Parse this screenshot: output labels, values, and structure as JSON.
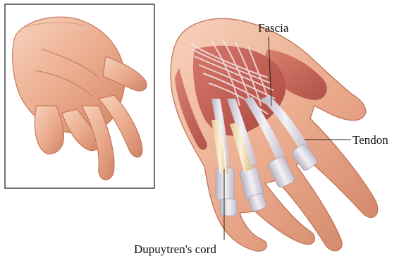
{
  "labels": {
    "fascia": "Fascia",
    "tendon": "Tendon",
    "cord": "Dupuytren's cord"
  },
  "colors": {
    "skin": "#e9a98a",
    "skin_light": "#f4c6ae",
    "skin_shadow": "#c9785c",
    "muscle": "#c9665a",
    "muscle_dark": "#9b3f36",
    "tendon": "#e9e6ea",
    "tendon_shadow": "#b9b4c2",
    "cord": "#f1dfb6",
    "leader": "#222222",
    "frame": "#444444"
  }
}
